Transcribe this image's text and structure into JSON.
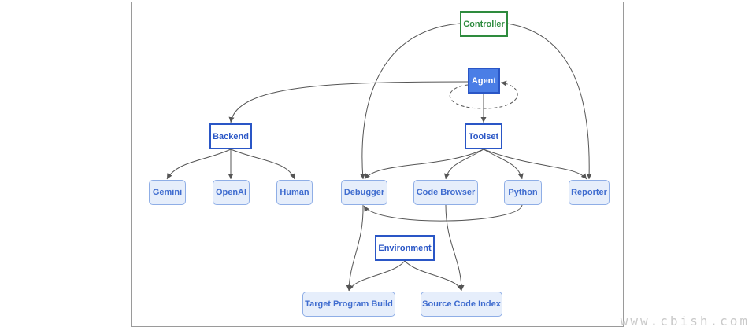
{
  "nodes": {
    "controller": "Controller",
    "agent": "Agent",
    "backend": "Backend",
    "toolset": "Toolset",
    "gemini": "Gemini",
    "openai": "OpenAI",
    "human": "Human",
    "debugger": "Debugger",
    "code_browser": "Code Browser",
    "python": "Python",
    "reporter": "Reporter",
    "environment": "Environment",
    "target_program_build": "Target Program Build",
    "source_code_index": "Source Code Index"
  },
  "colors": {
    "edge": "#555555",
    "main_border": "#2a56c6",
    "controller_border": "#2e8b3e",
    "agent_fill": "#4a7ee6",
    "leaf_fill": "#e6eefb"
  },
  "watermark": "www.cbish.com"
}
